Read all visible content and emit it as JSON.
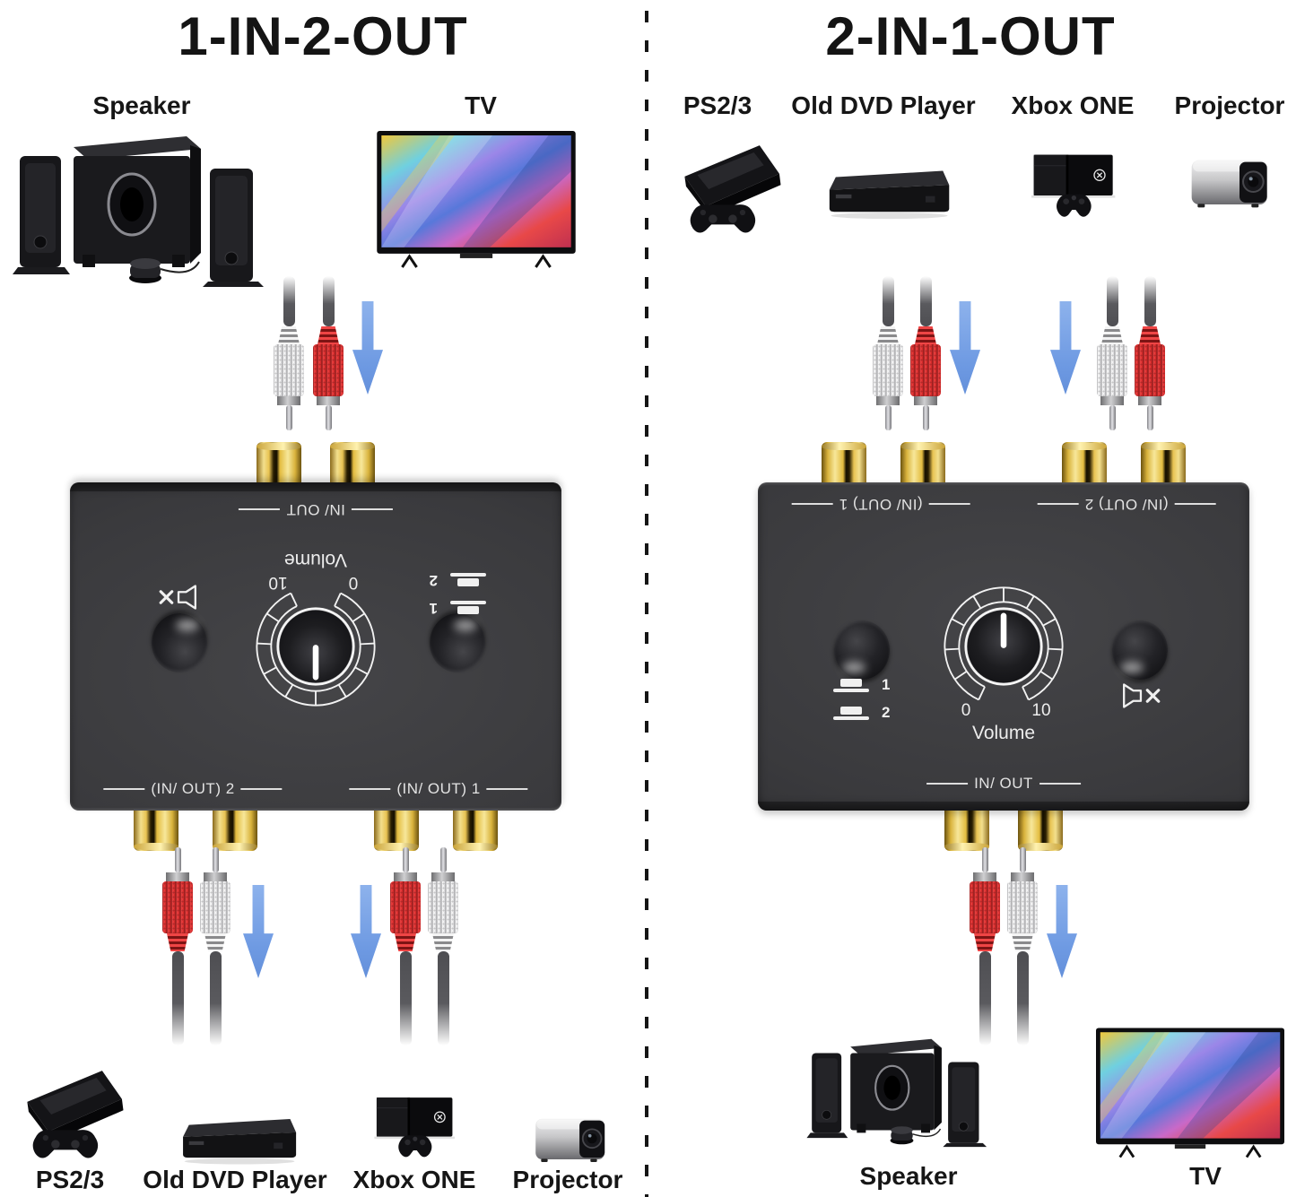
{
  "left_panel": {
    "title": "1-IN-2-OUT",
    "devices_top": [
      {
        "label": "Speaker"
      },
      {
        "label": "TV"
      }
    ],
    "devices_bottom": [
      {
        "label": "PS2/3"
      },
      {
        "label": "Old DVD Player"
      },
      {
        "label": "Xbox ONE"
      },
      {
        "label": "Projector"
      }
    ]
  },
  "right_panel": {
    "title": "2-IN-1-OUT",
    "devices_top": [
      {
        "label": "PS2/3"
      },
      {
        "label": "Old DVD Player"
      },
      {
        "label": "Xbox ONE"
      },
      {
        "label": "Projector"
      }
    ],
    "devices_bottom": [
      {
        "label": "Speaker"
      },
      {
        "label": "TV"
      }
    ]
  },
  "switch_box": {
    "label_in_out": "IN/ OUT",
    "label_in_out_1": "(IN/ OUT) 1",
    "label_in_out_2": "(IN/ OUT) 2",
    "volume_label": "Volume",
    "volume_min": "0",
    "volume_max": "10",
    "selector_option_1": "1",
    "selector_option_2": "2"
  },
  "icons": {
    "mute": "muted-speaker-icon",
    "selector": "source-select-icon",
    "arrow": "down-arrow-icon"
  },
  "colors": {
    "arrow_blue": "#6d99e2",
    "jack_gold": "#e8c352",
    "plug_red": "#d93030",
    "plug_white": "#ededef",
    "box_gray": "#3a3a3d",
    "title_black": "#141414"
  }
}
